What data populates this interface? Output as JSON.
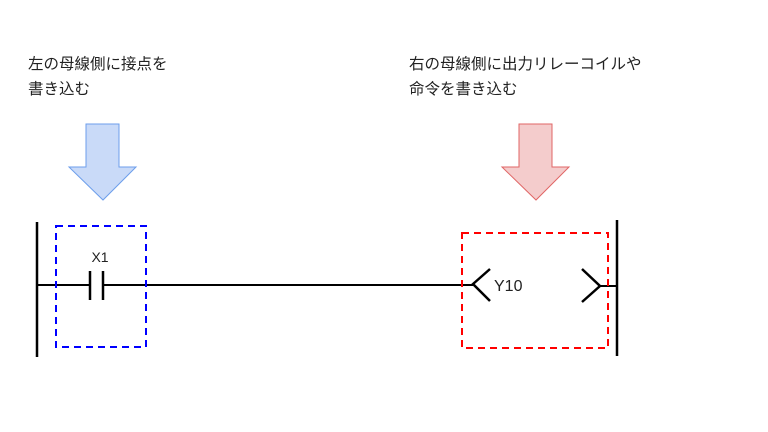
{
  "left_note": {
    "line1": "左の母線側に接点を",
    "line2": "書き込む"
  },
  "right_note": {
    "line1": "右の母線側に出力リレーコイルや",
    "line2": "命令を書き込む"
  },
  "contact": {
    "label": "X1"
  },
  "coil": {
    "label": "Y10"
  },
  "colors": {
    "left_box": "#0000ff",
    "right_box": "#ff0000",
    "left_arrow_fill": "#c9daf8",
    "left_arrow_stroke": "#6d9eeb",
    "right_arrow_fill": "#f4cccc",
    "right_arrow_stroke": "#e06666"
  }
}
